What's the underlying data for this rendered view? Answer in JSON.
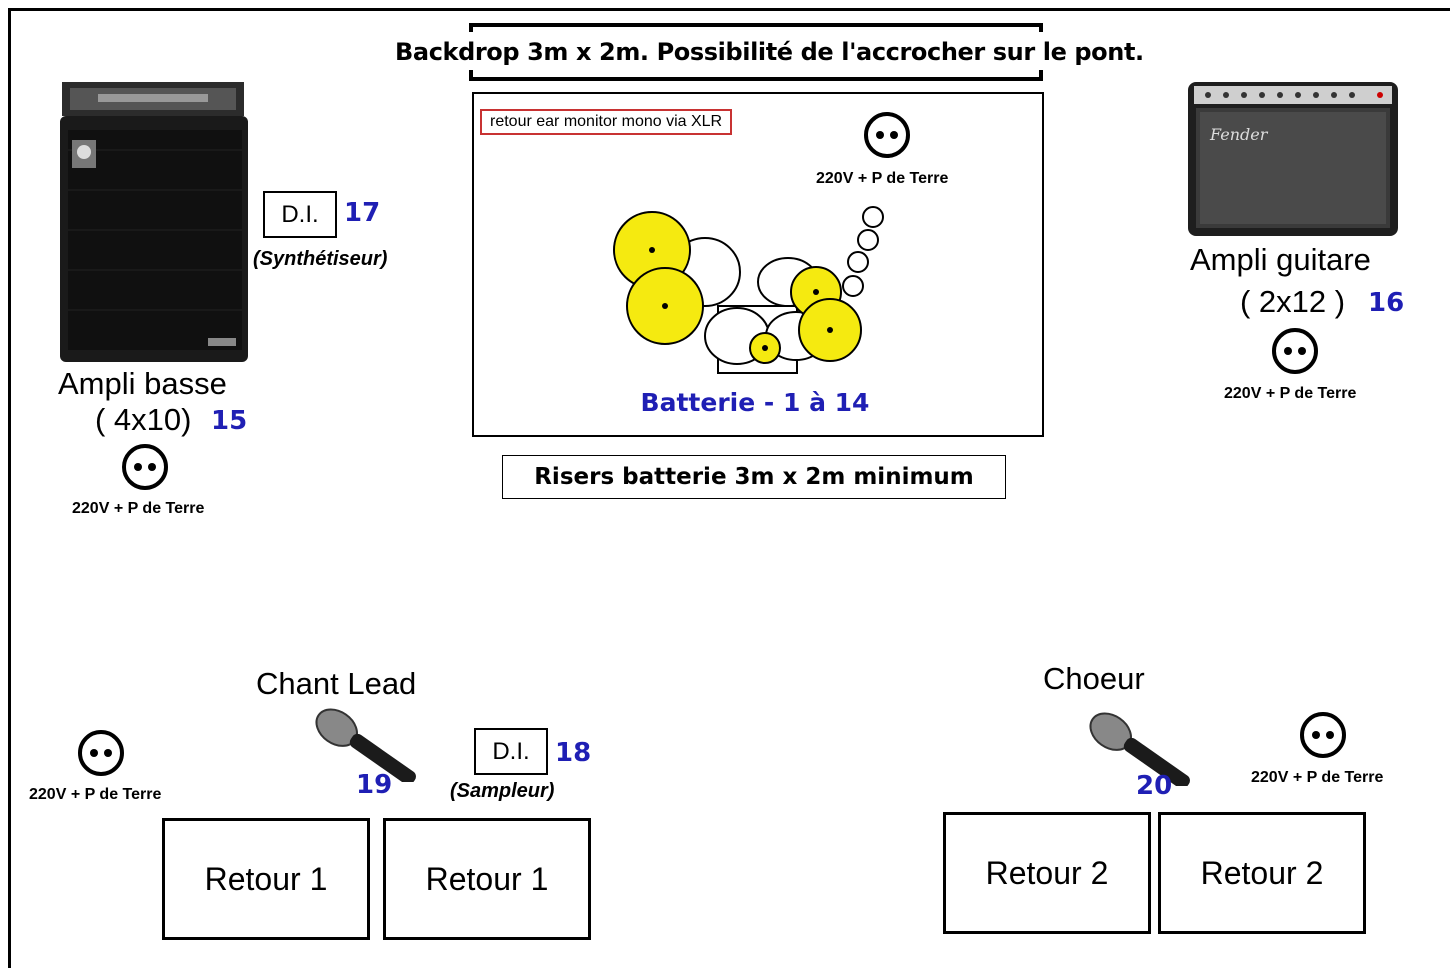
{
  "backdrop": {
    "text": "Backdrop 3m x 2m. Possibilité de l'accrocher sur le pont."
  },
  "drum_area": {
    "ear_monitor": "retour ear monitor mono via XLR",
    "outlet_label": "220V + P de Terre",
    "label": "Batterie - 1 à 14",
    "risers": "Risers batterie 3m x 2m minimum"
  },
  "bass": {
    "title": "Ampli basse",
    "spec": "( 4x10)",
    "channel": "15",
    "outlet_label": "220V + P de Terre",
    "di_label": "D.I.",
    "di_channel": "17",
    "di_note": "(Synthétiseur)"
  },
  "guitar": {
    "title": "Ampli guitare",
    "spec": "( 2x12 )",
    "channel": "16",
    "outlet_label": "220V + P de Terre"
  },
  "lead": {
    "title": "Chant Lead",
    "mic_channel": "19",
    "di_label": "D.I.",
    "di_channel": "18",
    "di_note": "(Sampleur)",
    "outlet_label": "220V + P de Terre",
    "retour_a": "Retour 1",
    "retour_b": "Retour 1"
  },
  "choir": {
    "title": "Choeur",
    "mic_channel": "20",
    "outlet_label": "220V + P de Terre",
    "retour_a": "Retour 2",
    "retour_b": "Retour 2"
  },
  "colors": {
    "channel_blue": "#1f1fb4",
    "cymbal_yellow": "#f5ea10",
    "ear_box_red": "#c83232"
  },
  "icons": [
    "outlet-icon",
    "microphone-icon",
    "bass-amp-icon",
    "guitar-amp-icon",
    "drum-kit-icon"
  ]
}
